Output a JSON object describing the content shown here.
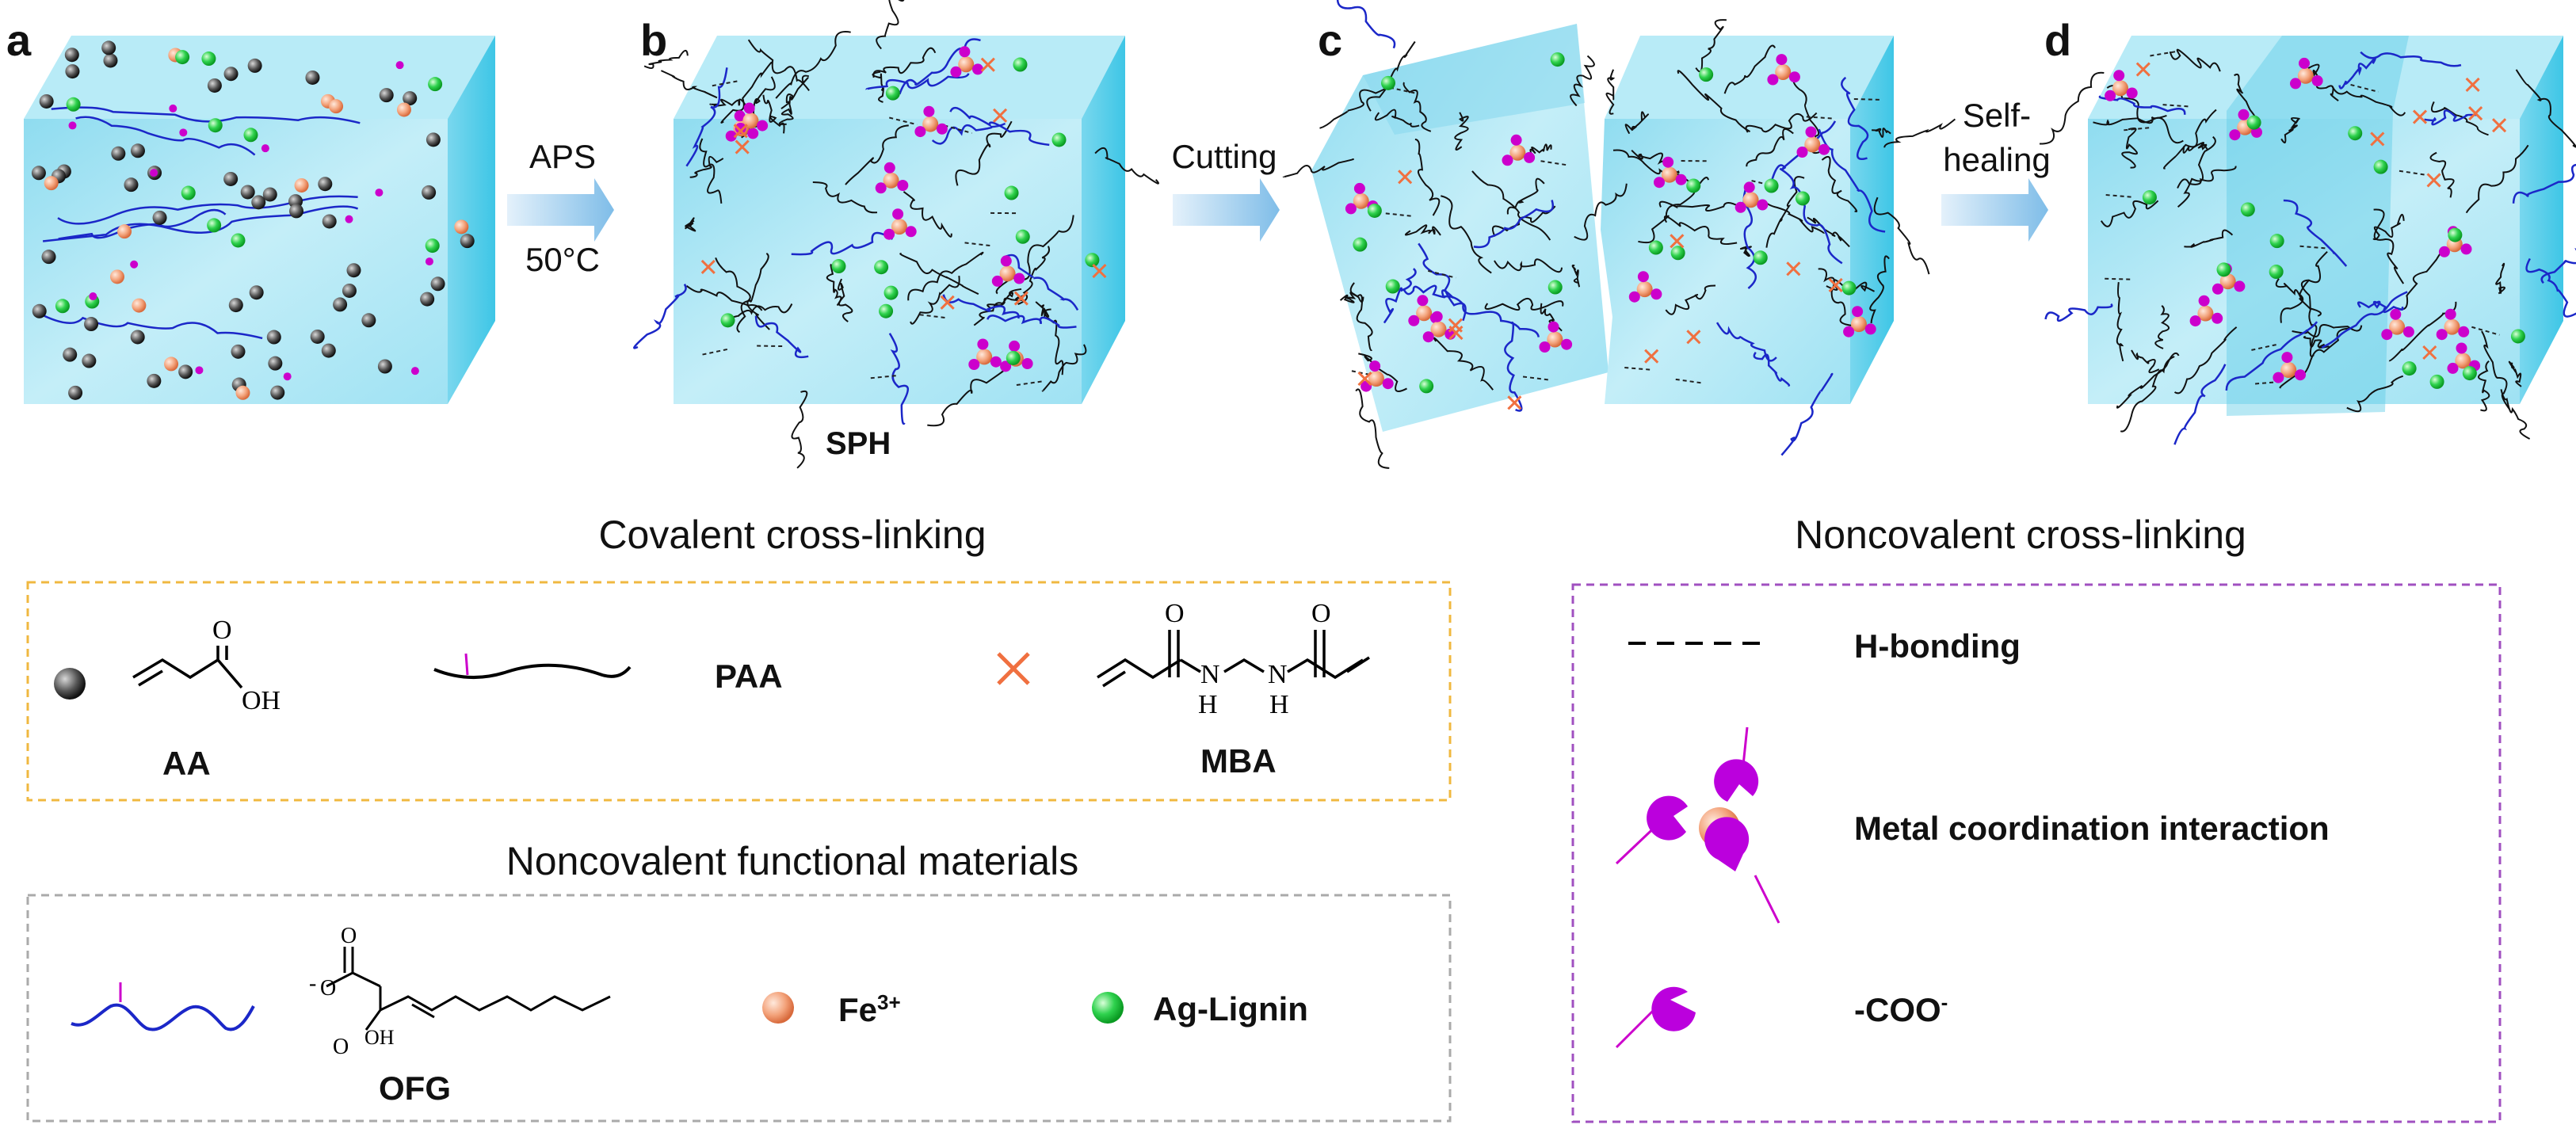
{
  "panels": {
    "a": {
      "letter": "a"
    },
    "b": {
      "letter": "b",
      "caption": "SPH"
    },
    "c": {
      "letter": "c"
    },
    "d": {
      "letter": "d"
    }
  },
  "arrows": [
    {
      "line1": "APS",
      "line2": "50°C"
    },
    {
      "line1": "Cutting",
      "line2": ""
    },
    {
      "line1": "Self-",
      "line2": "healing"
    }
  ],
  "covalent": {
    "title": "Covalent cross-linking",
    "aa_label": "AA",
    "aa_oh": "OH",
    "aa_o": "O",
    "paa_label": "PAA",
    "mba_label": "MBA",
    "mba_o": "O",
    "mba_n": "N",
    "mba_h": "H"
  },
  "noncov_func": {
    "title": "Noncovalent functional materials",
    "ofg_label": "OFG",
    "ofg_oh": "OH",
    "ofg_o": "O",
    "ofg_minus": "-",
    "fe_label": "Fe",
    "fe_sup": "3+",
    "ag_label": "Ag-Lignin"
  },
  "noncov_cross": {
    "title": "Noncovalent cross-linking",
    "hbond_label": "H-bonding",
    "metal_label": "Metal coordination interaction",
    "coo_label": "-COO",
    "coo_sup": "-"
  },
  "colors": {
    "cube_front": "#a9e3f2",
    "cube_side": "#5fd0ea",
    "polymer_blue": "#1b27c8",
    "polymer_black": "#111111",
    "carboxylate_purple": "#cc00cc",
    "fe_orange": "#f2a27a",
    "ag_green": "#22cc44",
    "aa_gray": "#555555",
    "crosslink_orange": "#f07040",
    "covalent_border": "#f0b840",
    "noncov_func_border": "#aaaaaa",
    "noncov_cross_border": "#a050c0",
    "arrow_blue": "#a8d4ef"
  }
}
